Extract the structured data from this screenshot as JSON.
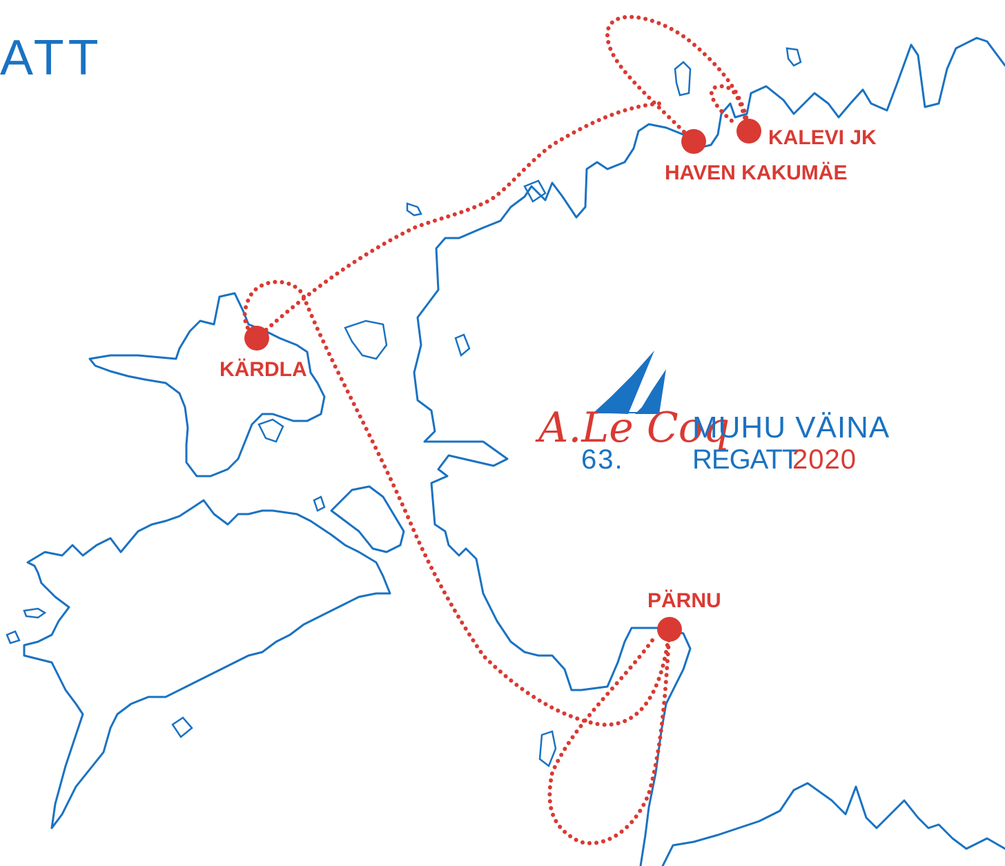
{
  "header": {
    "corner_title": "ATT"
  },
  "logo": {
    "sponsor_signature": "A.Le Coq",
    "edition": "63.",
    "event_name": "MUHU VÄINA",
    "subtitle": "REGATT",
    "year": "2020",
    "brand_colors": {
      "blue": "#1a72c2",
      "red": "#d93a33"
    },
    "icon": "sail-icon"
  },
  "map": {
    "coastline_color": "#1a72c2",
    "route_color": "#d93a33",
    "ports": [
      {
        "id": "kalevi",
        "label": "KALEVI JK"
      },
      {
        "id": "haven",
        "label": "HAVEN KAKUMÄE"
      },
      {
        "id": "kardla",
        "label": "KÄRDLA"
      },
      {
        "id": "parnu",
        "label": "PÄRNU"
      }
    ]
  }
}
